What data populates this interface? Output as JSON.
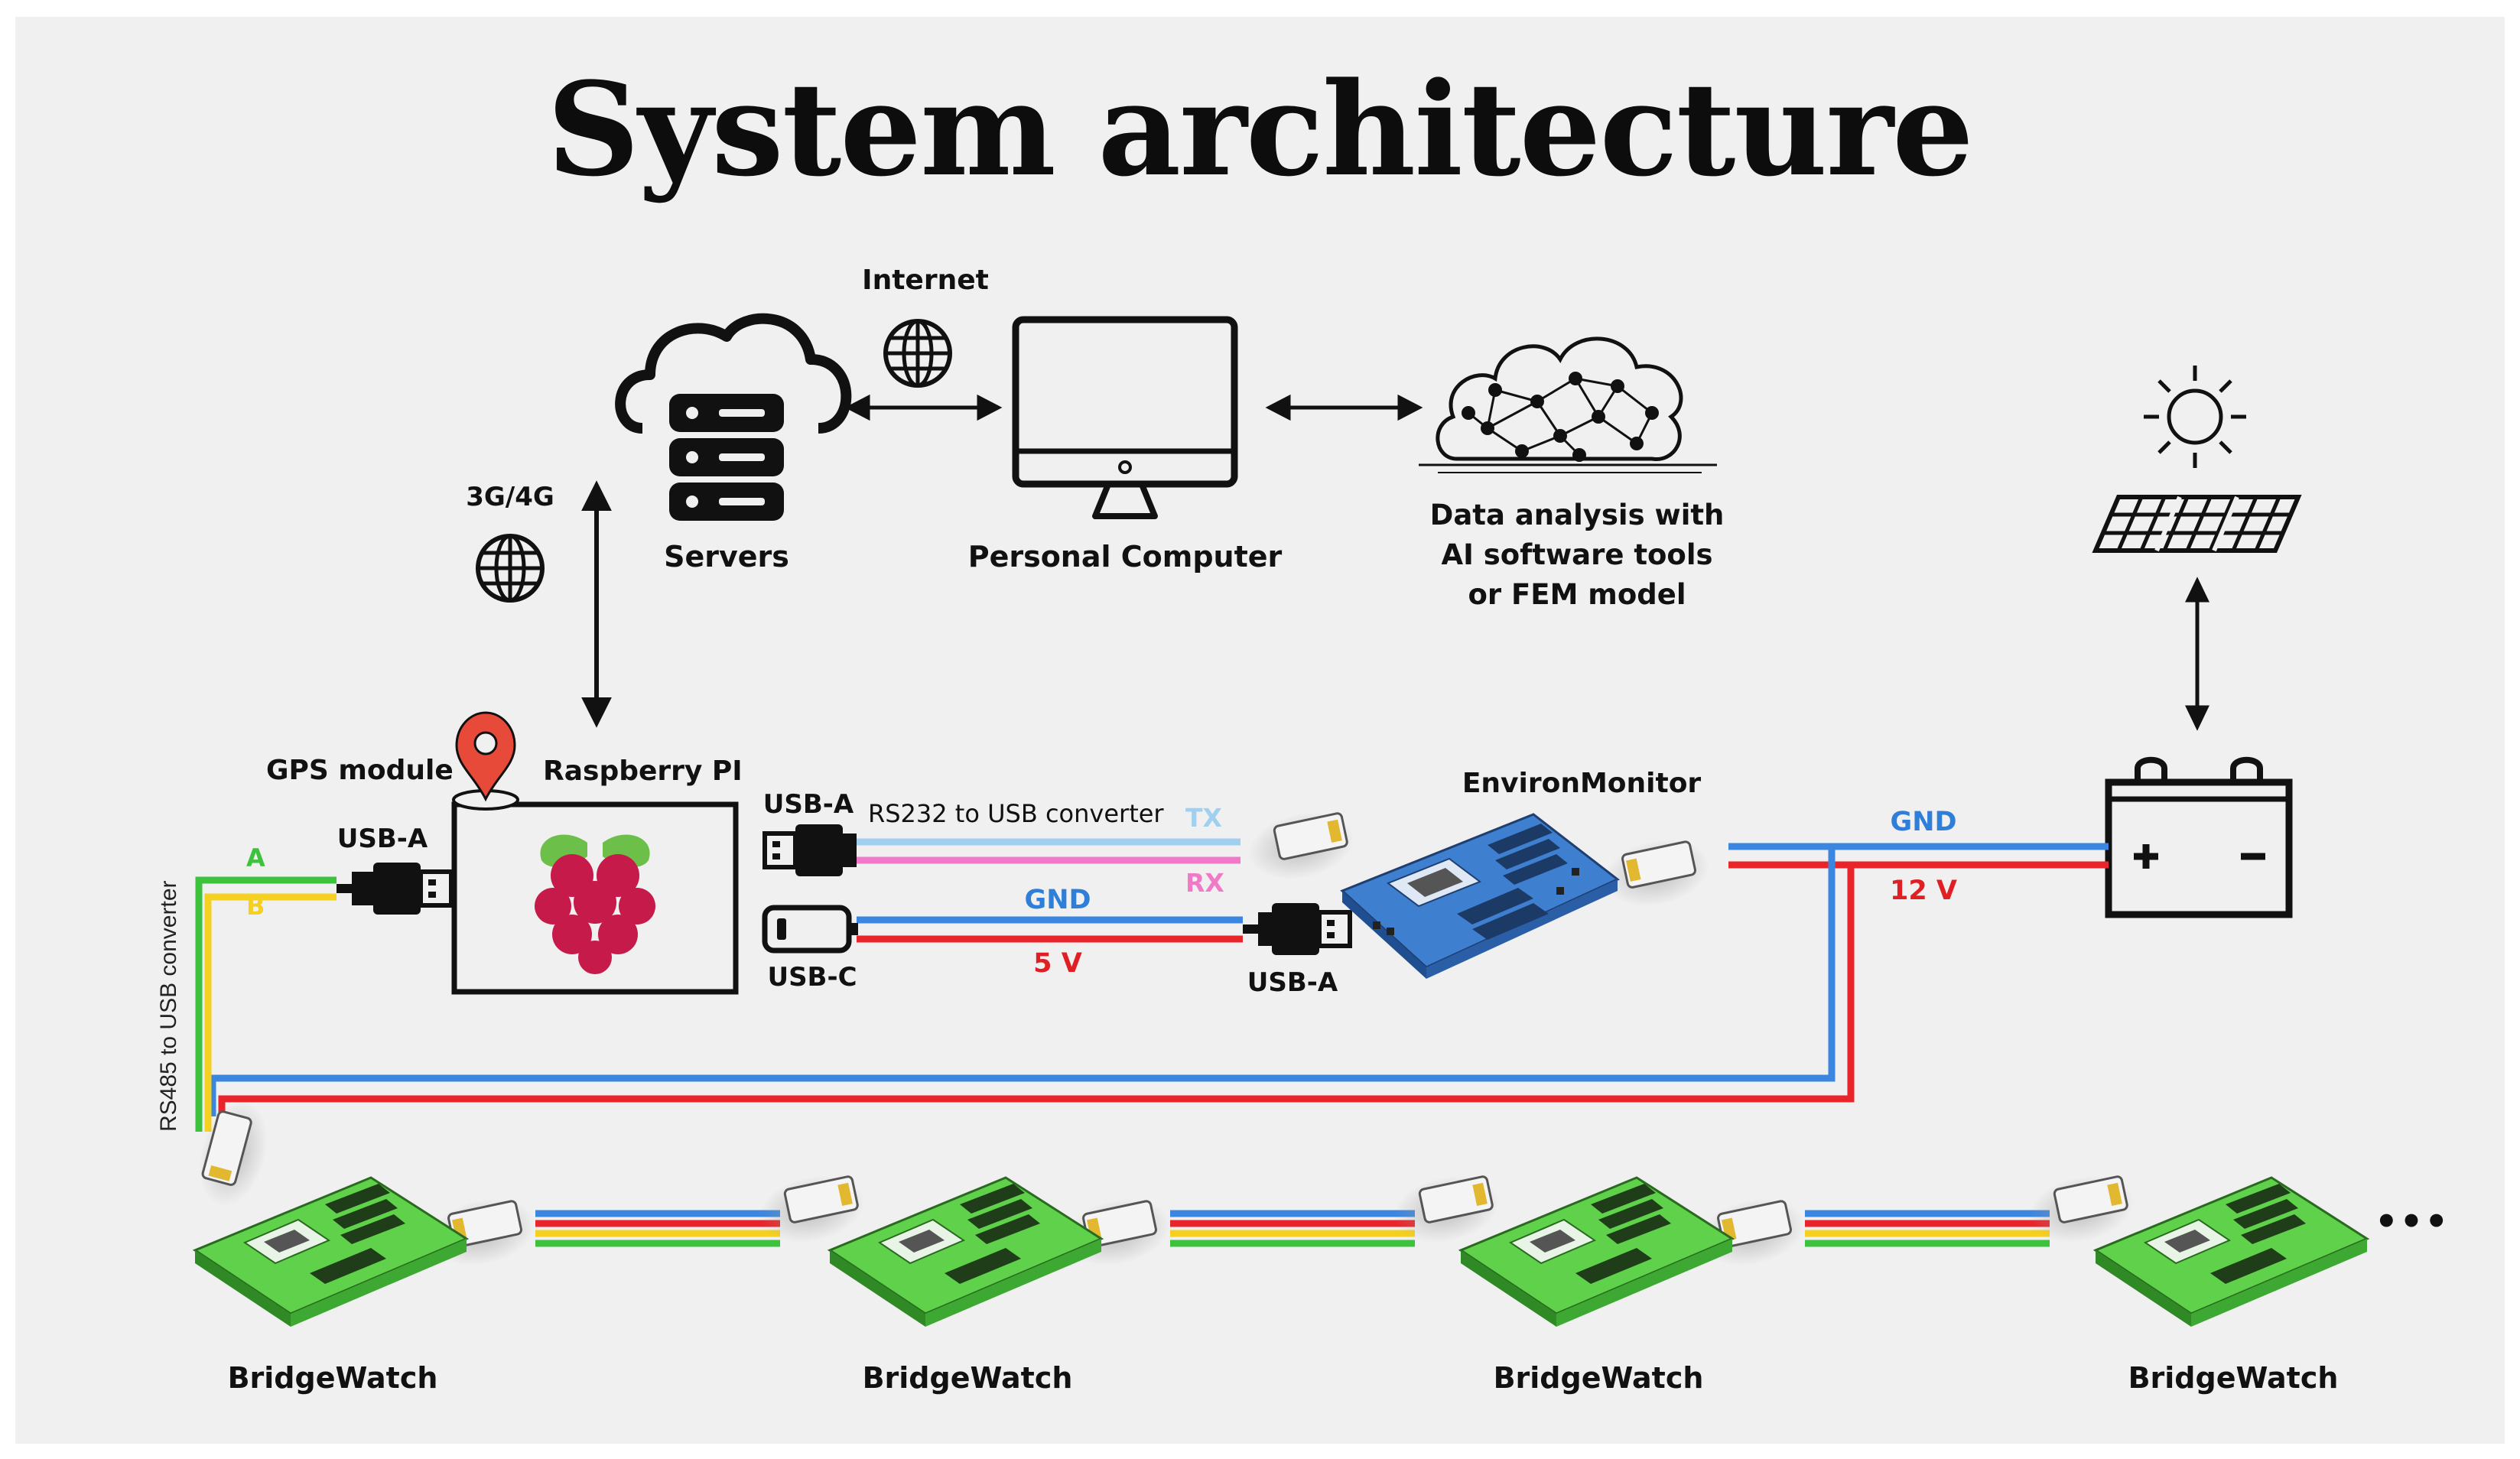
{
  "title": "System architecture",
  "nodes": {
    "internet": "Internet",
    "net_3g4g": "3G/4G",
    "servers": "Servers",
    "pc": "Personal Computer",
    "ai": [
      "Data analysis with",
      "AI software tools",
      "or FEM model"
    ],
    "gps": "GPS module",
    "rpi": "Raspberry PI",
    "environ": "EnvironMonitor",
    "bridgewatch": [
      "BridgeWatch",
      "BridgeWatch",
      "BridgeWatch",
      "BridgeWatch"
    ],
    "ellipsis": "•••"
  },
  "connections": {
    "usb_a_left": "USB-A",
    "usb_a_right": "USB-A",
    "usb_c": "USB-C",
    "usb_a_env": "USB-A",
    "rs232": "RS232 to USB converter",
    "rs485": "RS485 to USB converter",
    "line_a": "A",
    "line_b": "B",
    "tx": "TX",
    "rx": "RX",
    "gnd_usb": "GND",
    "v5": "5 V",
    "gnd_batt": "GND",
    "v12": "12 V"
  },
  "colors": {
    "gnd": "#3a86e0",
    "pos": "#e8252a",
    "tx": "#9fd0f0",
    "rx": "#f07ac8",
    "green": "#3cc23c",
    "yellow": "#f5d020",
    "gnd_text": "#2f7fd8",
    "pos_text": "#e01f25",
    "pcb_green": "#5fd14a",
    "pcb_blue": "#3f7fd0"
  }
}
